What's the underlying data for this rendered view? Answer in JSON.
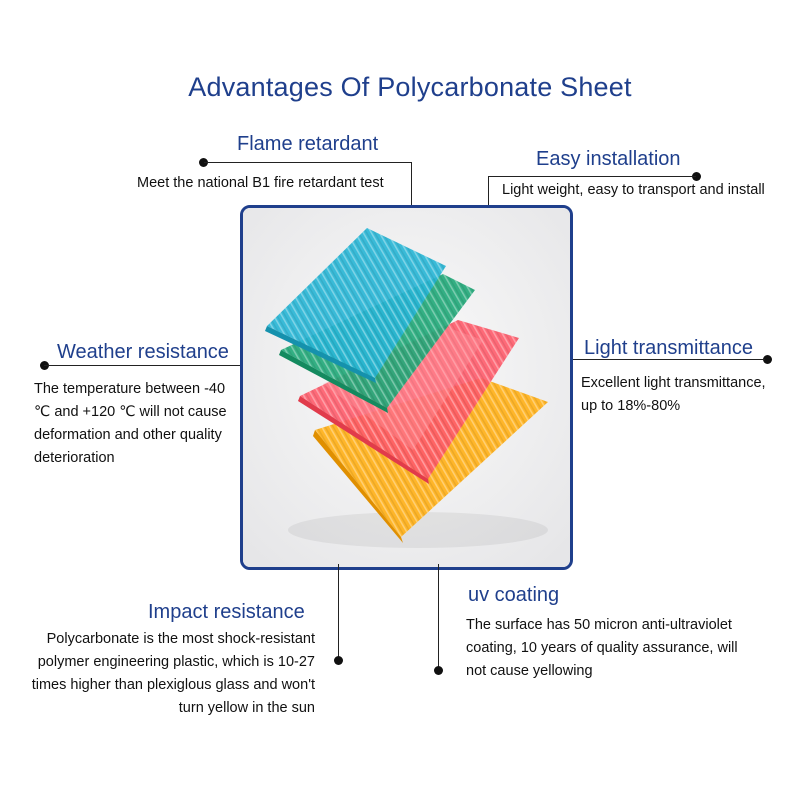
{
  "title": "Advantages Of Polycarbonate Sheet",
  "features": {
    "flame": {
      "heading": "Flame retardant",
      "desc": "Meet the national B1 fire retardant test"
    },
    "easy": {
      "heading": "Easy installation",
      "desc": "Light weight, easy to transport and install"
    },
    "weather": {
      "heading": "Weather resistance",
      "desc_lines": [
        "The temperature between -40",
        "℃ and +120 ℃ will not cause",
        "deformation and other quality",
        "deterioration"
      ]
    },
    "light": {
      "heading": "Light transmittance",
      "desc_lines": [
        "Excellent light transmittance,",
        "up to 18%-80%"
      ]
    },
    "impact": {
      "heading": "Impact resistance",
      "desc_lines": [
        "Polycarbonate is the most shock-resistant",
        "polymer engineering plastic, which is 10-27",
        "times higher than plexiglous glass and won't",
        "turn yellow in the sun"
      ]
    },
    "uv": {
      "heading": "uv coating",
      "desc_lines": [
        "The surface has 50 micron anti-ultraviolet",
        "coating, 10 years of quality assurance, will",
        "not cause yellowing"
      ]
    }
  },
  "colors": {
    "heading": "#1f3f8c",
    "frame": "#1f3f8c",
    "sheet_blue": "#29b6d6",
    "sheet_green": "#23a97a",
    "sheet_red": "#ff5b6a",
    "sheet_yellow": "#ffb21e"
  }
}
